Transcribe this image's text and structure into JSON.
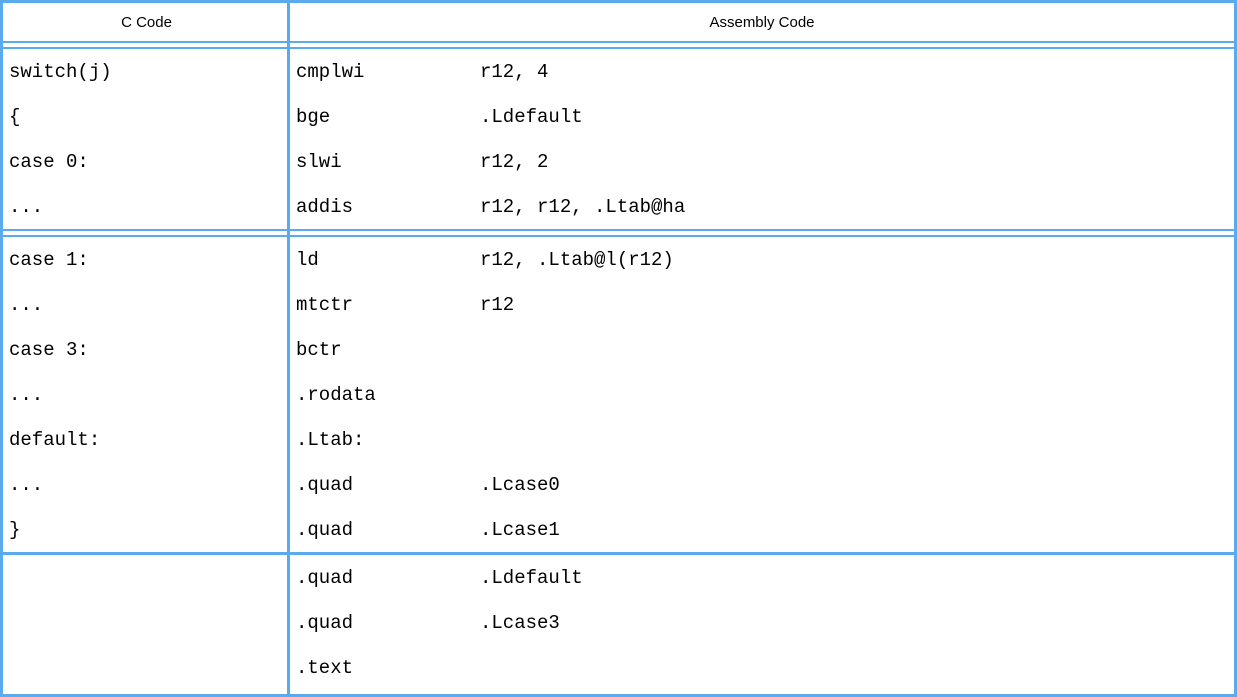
{
  "table": {
    "border_color": "#5aaaee",
    "text_color": "#000000",
    "header": {
      "c_code_label": "C Code",
      "assembly_code_label": "Assembly Code"
    },
    "sections": [
      {
        "c_lines": [
          "switch(j)",
          "{",
          "case 0:",
          "..."
        ],
        "asm_lines": [
          {
            "mnemonic": "cmplwi",
            "operands": "r12, 4"
          },
          {
            "mnemonic": "bge",
            "operands": ".Ldefault"
          },
          {
            "mnemonic": "slwi",
            "operands": "r12, 2"
          },
          {
            "mnemonic": "addis",
            "operands": "r12, r12, .Ltab@ha"
          }
        ],
        "divider_after": "double"
      },
      {
        "c_lines": [
          "case 1:",
          "...",
          "case 3:",
          "...",
          "default:",
          "...",
          "}"
        ],
        "asm_lines": [
          {
            "mnemonic": "ld",
            "operands": "r12, .Ltab@l(r12)"
          },
          {
            "mnemonic": "mtctr",
            "operands": "r12"
          },
          {
            "mnemonic": "bctr",
            "operands": ""
          },
          {
            "mnemonic": ".rodata",
            "operands": ""
          },
          {
            "mnemonic": ".Ltab:",
            "operands": ""
          },
          {
            "mnemonic": ".quad",
            "operands": ".Lcase0"
          },
          {
            "mnemonic": ".quad",
            "operands": ".Lcase1"
          }
        ],
        "divider_after": "single"
      },
      {
        "c_lines": [],
        "asm_lines": [
          {
            "mnemonic": ".quad",
            "operands": ".Ldefault"
          },
          {
            "mnemonic": ".quad",
            "operands": ".Lcase3"
          },
          {
            "mnemonic": ".text",
            "operands": ""
          }
        ],
        "divider_after": "none"
      }
    ]
  }
}
